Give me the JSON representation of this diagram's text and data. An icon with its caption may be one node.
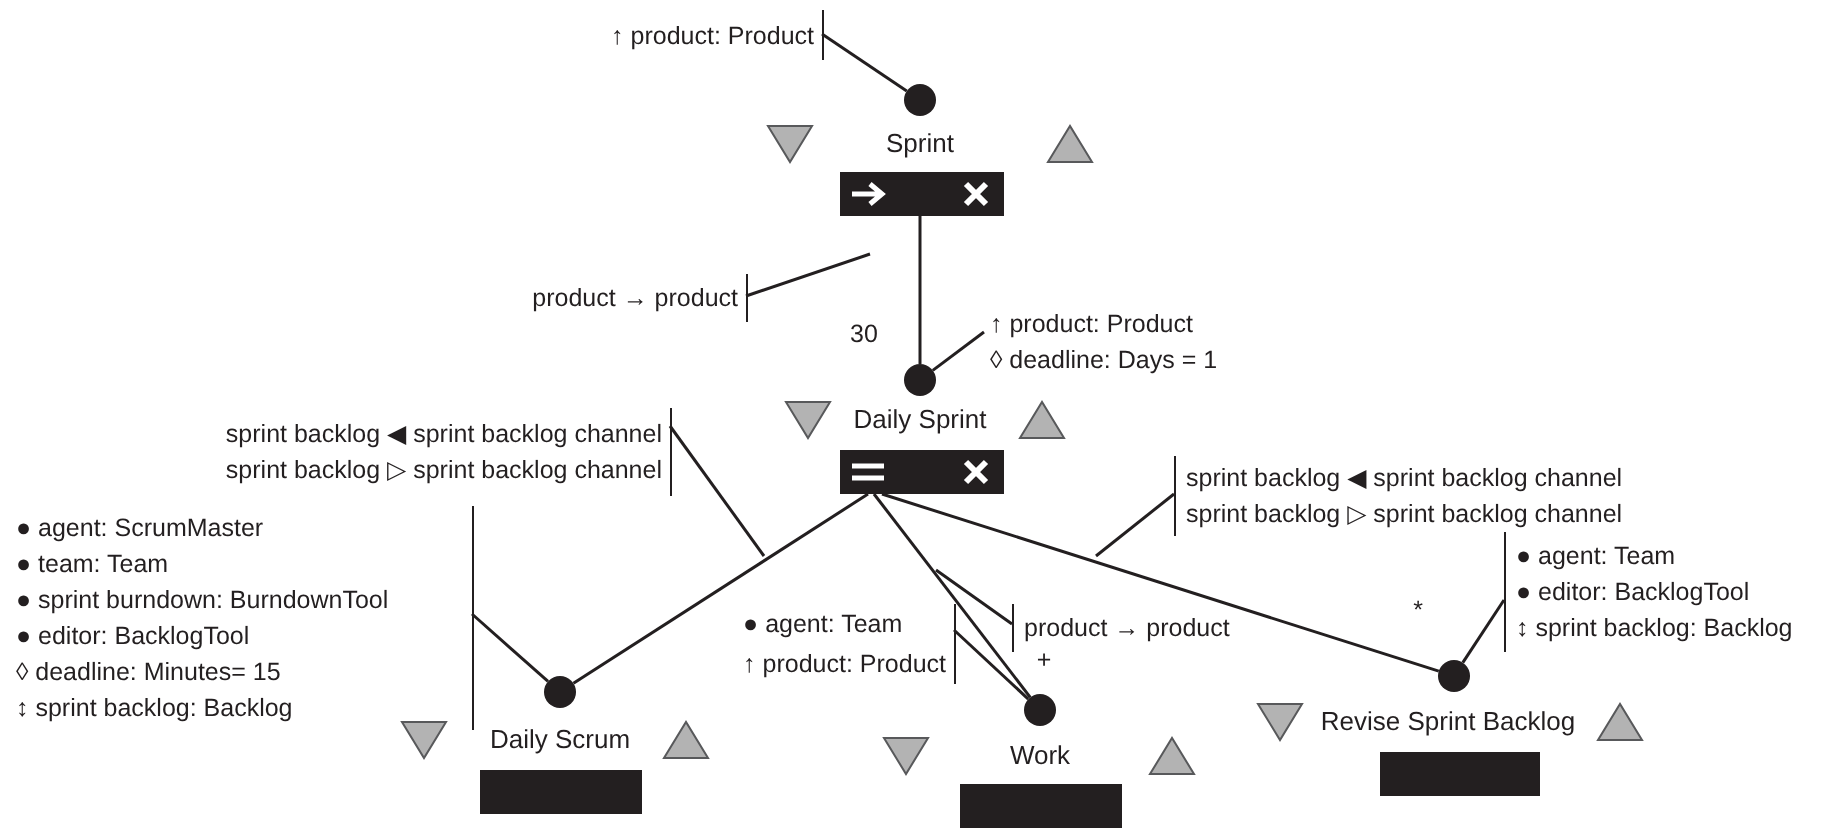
{
  "diagram": {
    "nodes": [
      {
        "text": [
          "Sprint"
        ]
      },
      {
        "text": [
          "↑ product: Product"
        ]
      },
      {
        "text": [
          "product → product"
        ]
      },
      {
        "text": [
          "Daily Sprint"
        ]
      },
      {
        "text": [
          "↑ product: Product",
          "◊ deadline: Days = 1"
        ]
      },
      {
        "text": [
          "sprint backlog ◀ sprint backlog channel",
          "sprint backlog ▷ sprint backlog channel"
        ]
      },
      {
        "text": [
          "Daily Scrum"
        ]
      },
      {
        "text": [
          "● agent: ScrumMaster",
          "● team: Team",
          "● sprint burndown: BurndownTool",
          "● editor: BacklogTool",
          "◊ deadline: Minutes= 15",
          "↕ sprint backlog: Backlog"
        ]
      },
      {
        "text": [
          "Work"
        ]
      },
      {
        "text": [
          "● agent: Team",
          "↑ product: Product"
        ]
      },
      {
        "text": [
          "product → product"
        ]
      },
      {
        "text": [
          "sprint backlog ◀ sprint backlog channel",
          "sprint backlog ▷ sprint backlog channel"
        ]
      },
      {
        "text": [
          "Revise Sprint Backlog"
        ]
      },
      {
        "text": [
          "● agent: Team",
          "● editor: BacklogTool",
          "↕ sprint backlog: Backlog"
        ]
      }
    ],
    "edges": [
      {
        "from": 1,
        "to": 0,
        "arrow": "none"
      },
      {
        "from": 0,
        "to": 3,
        "arrow": "none",
        "label": "30"
      },
      {
        "from": 2,
        "to": null,
        "arrow": "none"
      },
      {
        "from": 4,
        "to": 3,
        "arrow": "none"
      },
      {
        "from": 3,
        "to": 6,
        "arrow": "none"
      },
      {
        "from": 5,
        "to": null,
        "arrow": "none"
      },
      {
        "from": 7,
        "to": 6,
        "arrow": "none"
      },
      {
        "from": 3,
        "to": 8,
        "arrow": "none",
        "label": "+"
      },
      {
        "from": 9,
        "to": 8,
        "arrow": "none"
      },
      {
        "from": 10,
        "to": null,
        "arrow": "none"
      },
      {
        "from": 3,
        "to": 12,
        "arrow": "none",
        "label": "*"
      },
      {
        "from": 11,
        "to": null,
        "arrow": "none"
      },
      {
        "from": 13,
        "to": 12,
        "arrow": "none"
      }
    ]
  }
}
